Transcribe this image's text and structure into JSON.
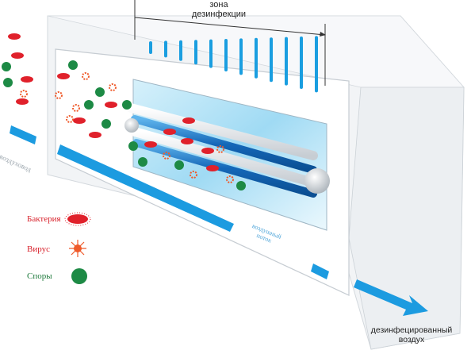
{
  "labels": {
    "zone_line1": "зона",
    "zone_line2": "дезинфекции",
    "out_line1": "дезинфецированный",
    "out_line2": "воздух",
    "duct": "воздуховод",
    "flow_line1": "воздушный",
    "flow_line2": "поток"
  },
  "legend": [
    {
      "label": "Бактерия",
      "icon": "bacterium-icon",
      "color": "#e0212b"
    },
    {
      "label": "Вирус",
      "icon": "virus-icon",
      "color": "#e8452c"
    },
    {
      "label": "Споры",
      "icon": "spore-icon",
      "color": "#1d8a45"
    }
  ],
  "colors": {
    "duct_fill": "#eef1f4",
    "duct_edge": "#c9d0d6",
    "uv_blue": "#1a8fd6",
    "lamp_blue": "#1677c4",
    "arrow_blue": "#1c9be0",
    "bacteria": "#e0212b",
    "virus": "#ef5a2a",
    "spore": "#1d8a45"
  }
}
